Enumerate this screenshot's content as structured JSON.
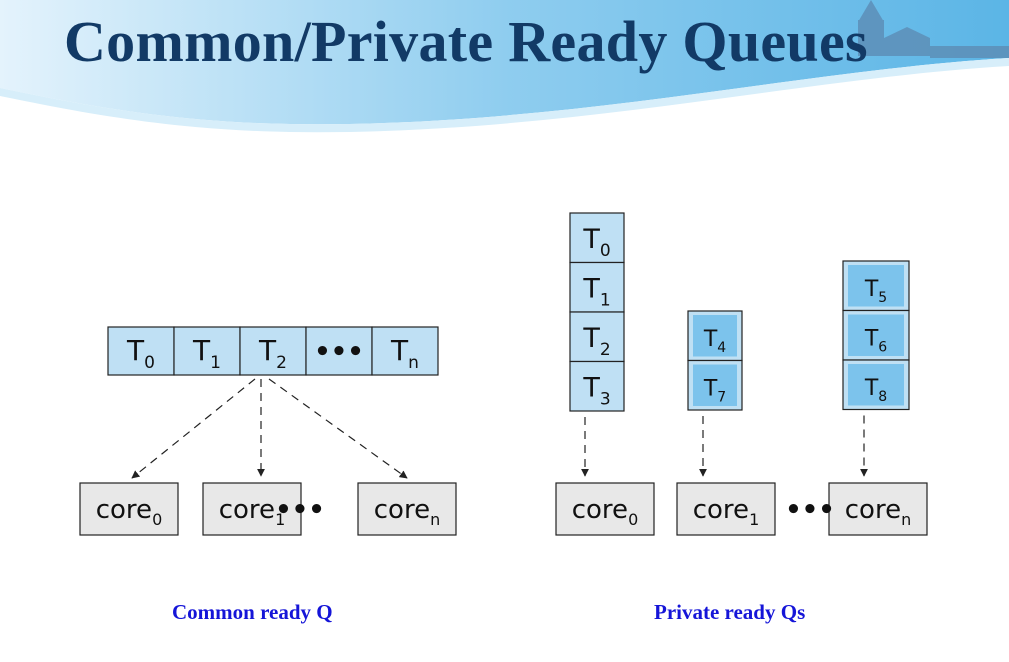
{
  "title": "Common/Private Ready Queues",
  "colors": {
    "title": "#123a66",
    "queue_fill": "#bfe0f4",
    "queue_inner_fill": "#7cc3ec",
    "core_fill": "#e8e8e8",
    "caption": "#1515d8"
  },
  "common": {
    "queue": [
      {
        "base": "T",
        "sub": "0"
      },
      {
        "base": "T",
        "sub": "1"
      },
      {
        "base": "T",
        "sub": "2"
      },
      {
        "base": "•••",
        "sub": ""
      },
      {
        "base": "T",
        "sub": "n"
      }
    ],
    "cores": [
      {
        "base": "core",
        "sub": "0"
      },
      {
        "base": "core",
        "sub": "1"
      },
      {
        "base": "core",
        "sub": "n"
      }
    ],
    "ellipsis": "•••",
    "caption": "Common ready Q"
  },
  "private": {
    "queues": [
      [
        {
          "base": "T",
          "sub": "0"
        },
        {
          "base": "T",
          "sub": "1"
        },
        {
          "base": "T",
          "sub": "2"
        },
        {
          "base": "T",
          "sub": "3"
        }
      ],
      [
        {
          "base": "T",
          "sub": "4"
        },
        {
          "base": "T",
          "sub": "7"
        }
      ],
      [
        {
          "base": "T",
          "sub": "5"
        },
        {
          "base": "T",
          "sub": "6"
        },
        {
          "base": "T",
          "sub": "8"
        }
      ]
    ],
    "cores": [
      {
        "base": "core",
        "sub": "0"
      },
      {
        "base": "core",
        "sub": "1"
      },
      {
        "base": "core",
        "sub": "n"
      }
    ],
    "ellipsis": "•••",
    "caption": "Private ready Qs"
  }
}
